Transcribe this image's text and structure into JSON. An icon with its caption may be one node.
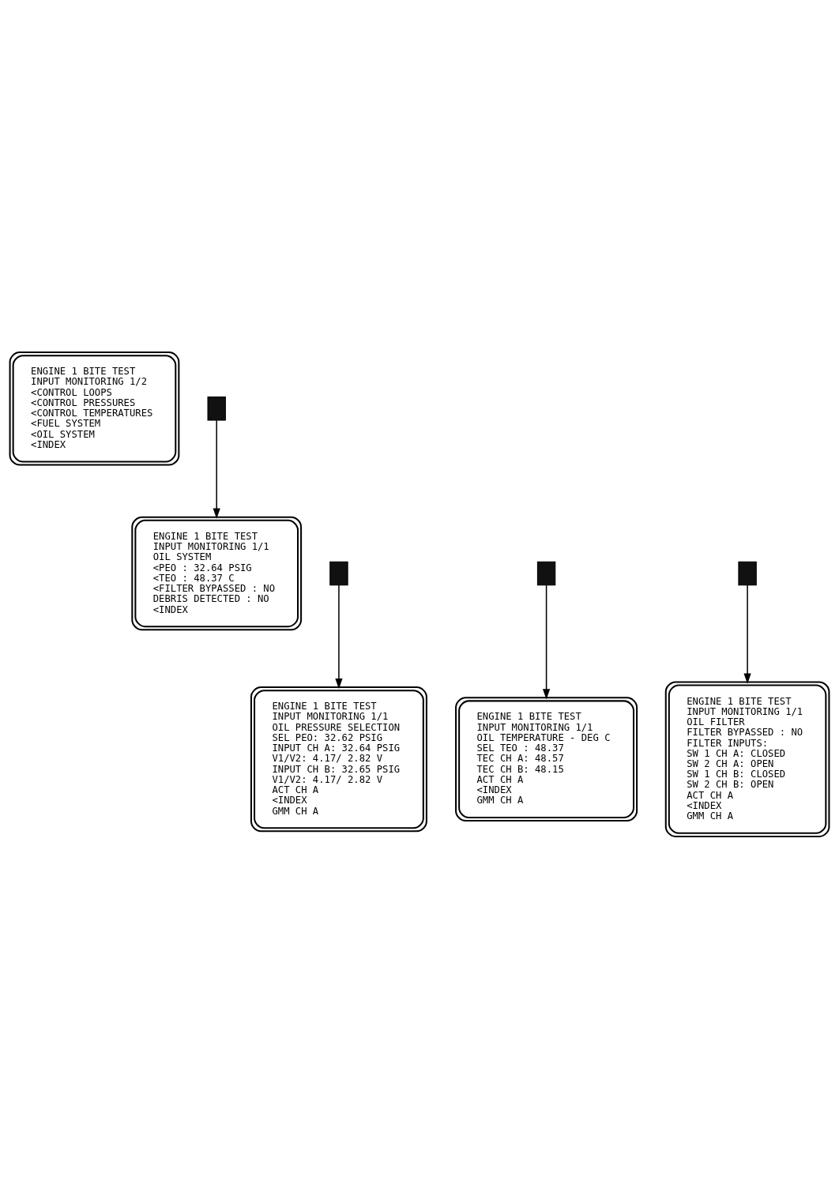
{
  "diagram": {
    "nodes": [
      {
        "text": [
          "ENGINE 1 BITE TEST",
          "INPUT MONITORING 1/2",
          "<CONTROL LOOPS",
          "<CONTROL PRESSURES",
          "<CONTROL TEMPERATURES",
          "<FUEL SYSTEM",
          "<OIL SYSTEM",
          "<INDEX"
        ]
      },
      {
        "text": [],
        "shape": "box"
      },
      {
        "text": [
          "ENGINE 1 BITE TEST",
          "INPUT MONITORING 1/1",
          "OIL SYSTEM",
          "<PEO : 32.64 PSIG",
          "<TEO : 48.37 C",
          "<FILTER BYPASSED : NO",
          "DEBRIS DETECTED : NO",
          "<INDEX"
        ]
      },
      {
        "text": [],
        "shape": "box"
      },
      {
        "text": [],
        "shape": "box"
      },
      {
        "text": [],
        "shape": "box"
      },
      {
        "text": [
          "ENGINE 1 BITE TEST",
          "INPUT MONITORING 1/1",
          "OIL PRESSURE SELECTION",
          "SEL PEO: 32.62 PSIG",
          "INPUT CH A: 32.64 PSIG",
          "V1/V2: 4.17/ 2.82 V",
          "INPUT CH B: 32.65 PSIG",
          "V1/V2: 4.17/ 2.82 V",
          "ACT CH A",
          "<INDEX",
          "GMM CH A"
        ]
      },
      {
        "text": [
          "ENGINE 1 BITE TEST",
          "INPUT MONITORING 1/1",
          "OIL TEMPERATURE - DEG C",
          "SEL TEO : 48.37",
          "TEC CH A: 48.57",
          "TEC CH B: 48.15",
          "ACT CH A",
          "<INDEX",
          "GMM CH A"
        ]
      },
      {
        "text": [
          "ENGINE 1 BITE TEST",
          "INPUT MONITORING 1/1",
          "OIL FILTER",
          "FILTER BYPASSED : NO",
          "FILTER INPUTS:",
          "SW 1 CH A: CLOSED",
          "SW 2 CH A: OPEN",
          "SW 1 CH B: CLOSED",
          "SW 2 CH B: OPEN",
          "ACT CH A",
          "<INDEX",
          "GMM CH A"
        ]
      }
    ],
    "edges": [
      {
        "from": 1,
        "to": 2,
        "arrow": "to"
      },
      {
        "from": 3,
        "to": 6,
        "arrow": "to"
      },
      {
        "from": 4,
        "to": 7,
        "arrow": "to"
      },
      {
        "from": 5,
        "to": 8,
        "arrow": "to"
      }
    ]
  }
}
